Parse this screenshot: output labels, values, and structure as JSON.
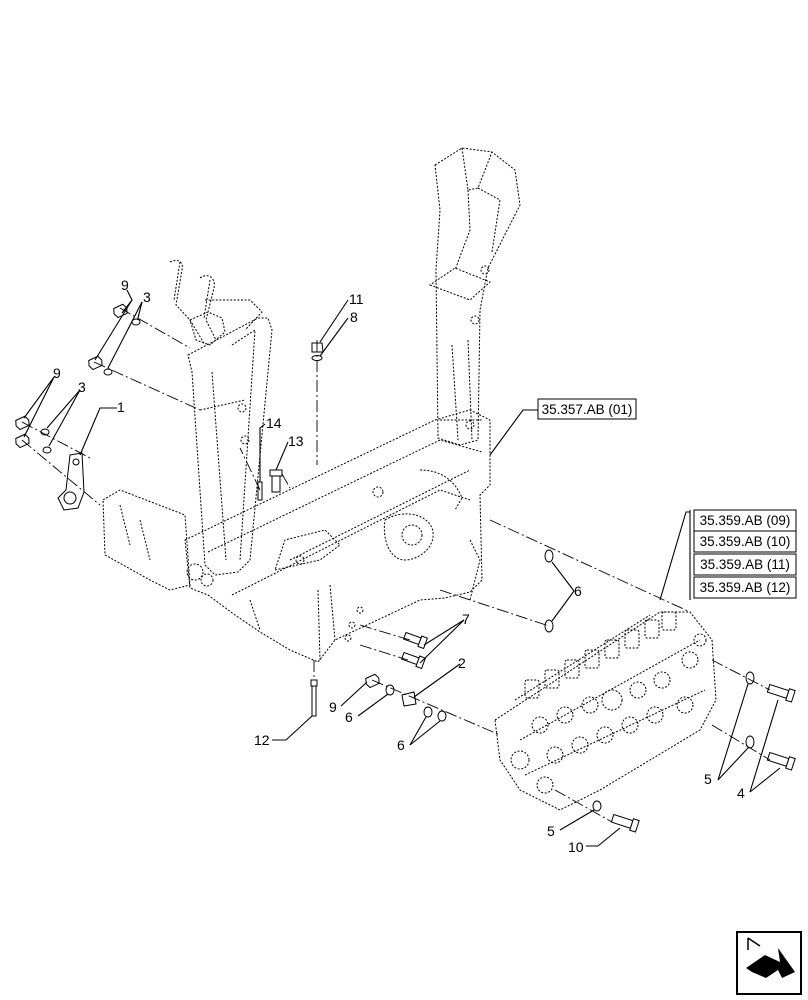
{
  "refs": {
    "frame_ref": "35.357.AB (01)",
    "valve_refs": [
      "35.359.AB (09)",
      "35.359.AB (10)",
      "35.359.AB (11)",
      "35.359.AB (12)"
    ]
  },
  "callouts": {
    "c1": "1",
    "c2": "2",
    "c3a": "3",
    "c3b": "3",
    "c4": "4",
    "c5a": "5",
    "c5b": "5",
    "c6a": "6",
    "c6b": "6",
    "c6c": "6",
    "c7": "7",
    "c8": "8",
    "c9a": "9",
    "c9b": "9",
    "c9c": "9",
    "c10": "10",
    "c11": "11",
    "c12": "12",
    "c13": "13",
    "c14": "14"
  },
  "icons": {
    "nav": "previous-page-arrow-icon"
  }
}
